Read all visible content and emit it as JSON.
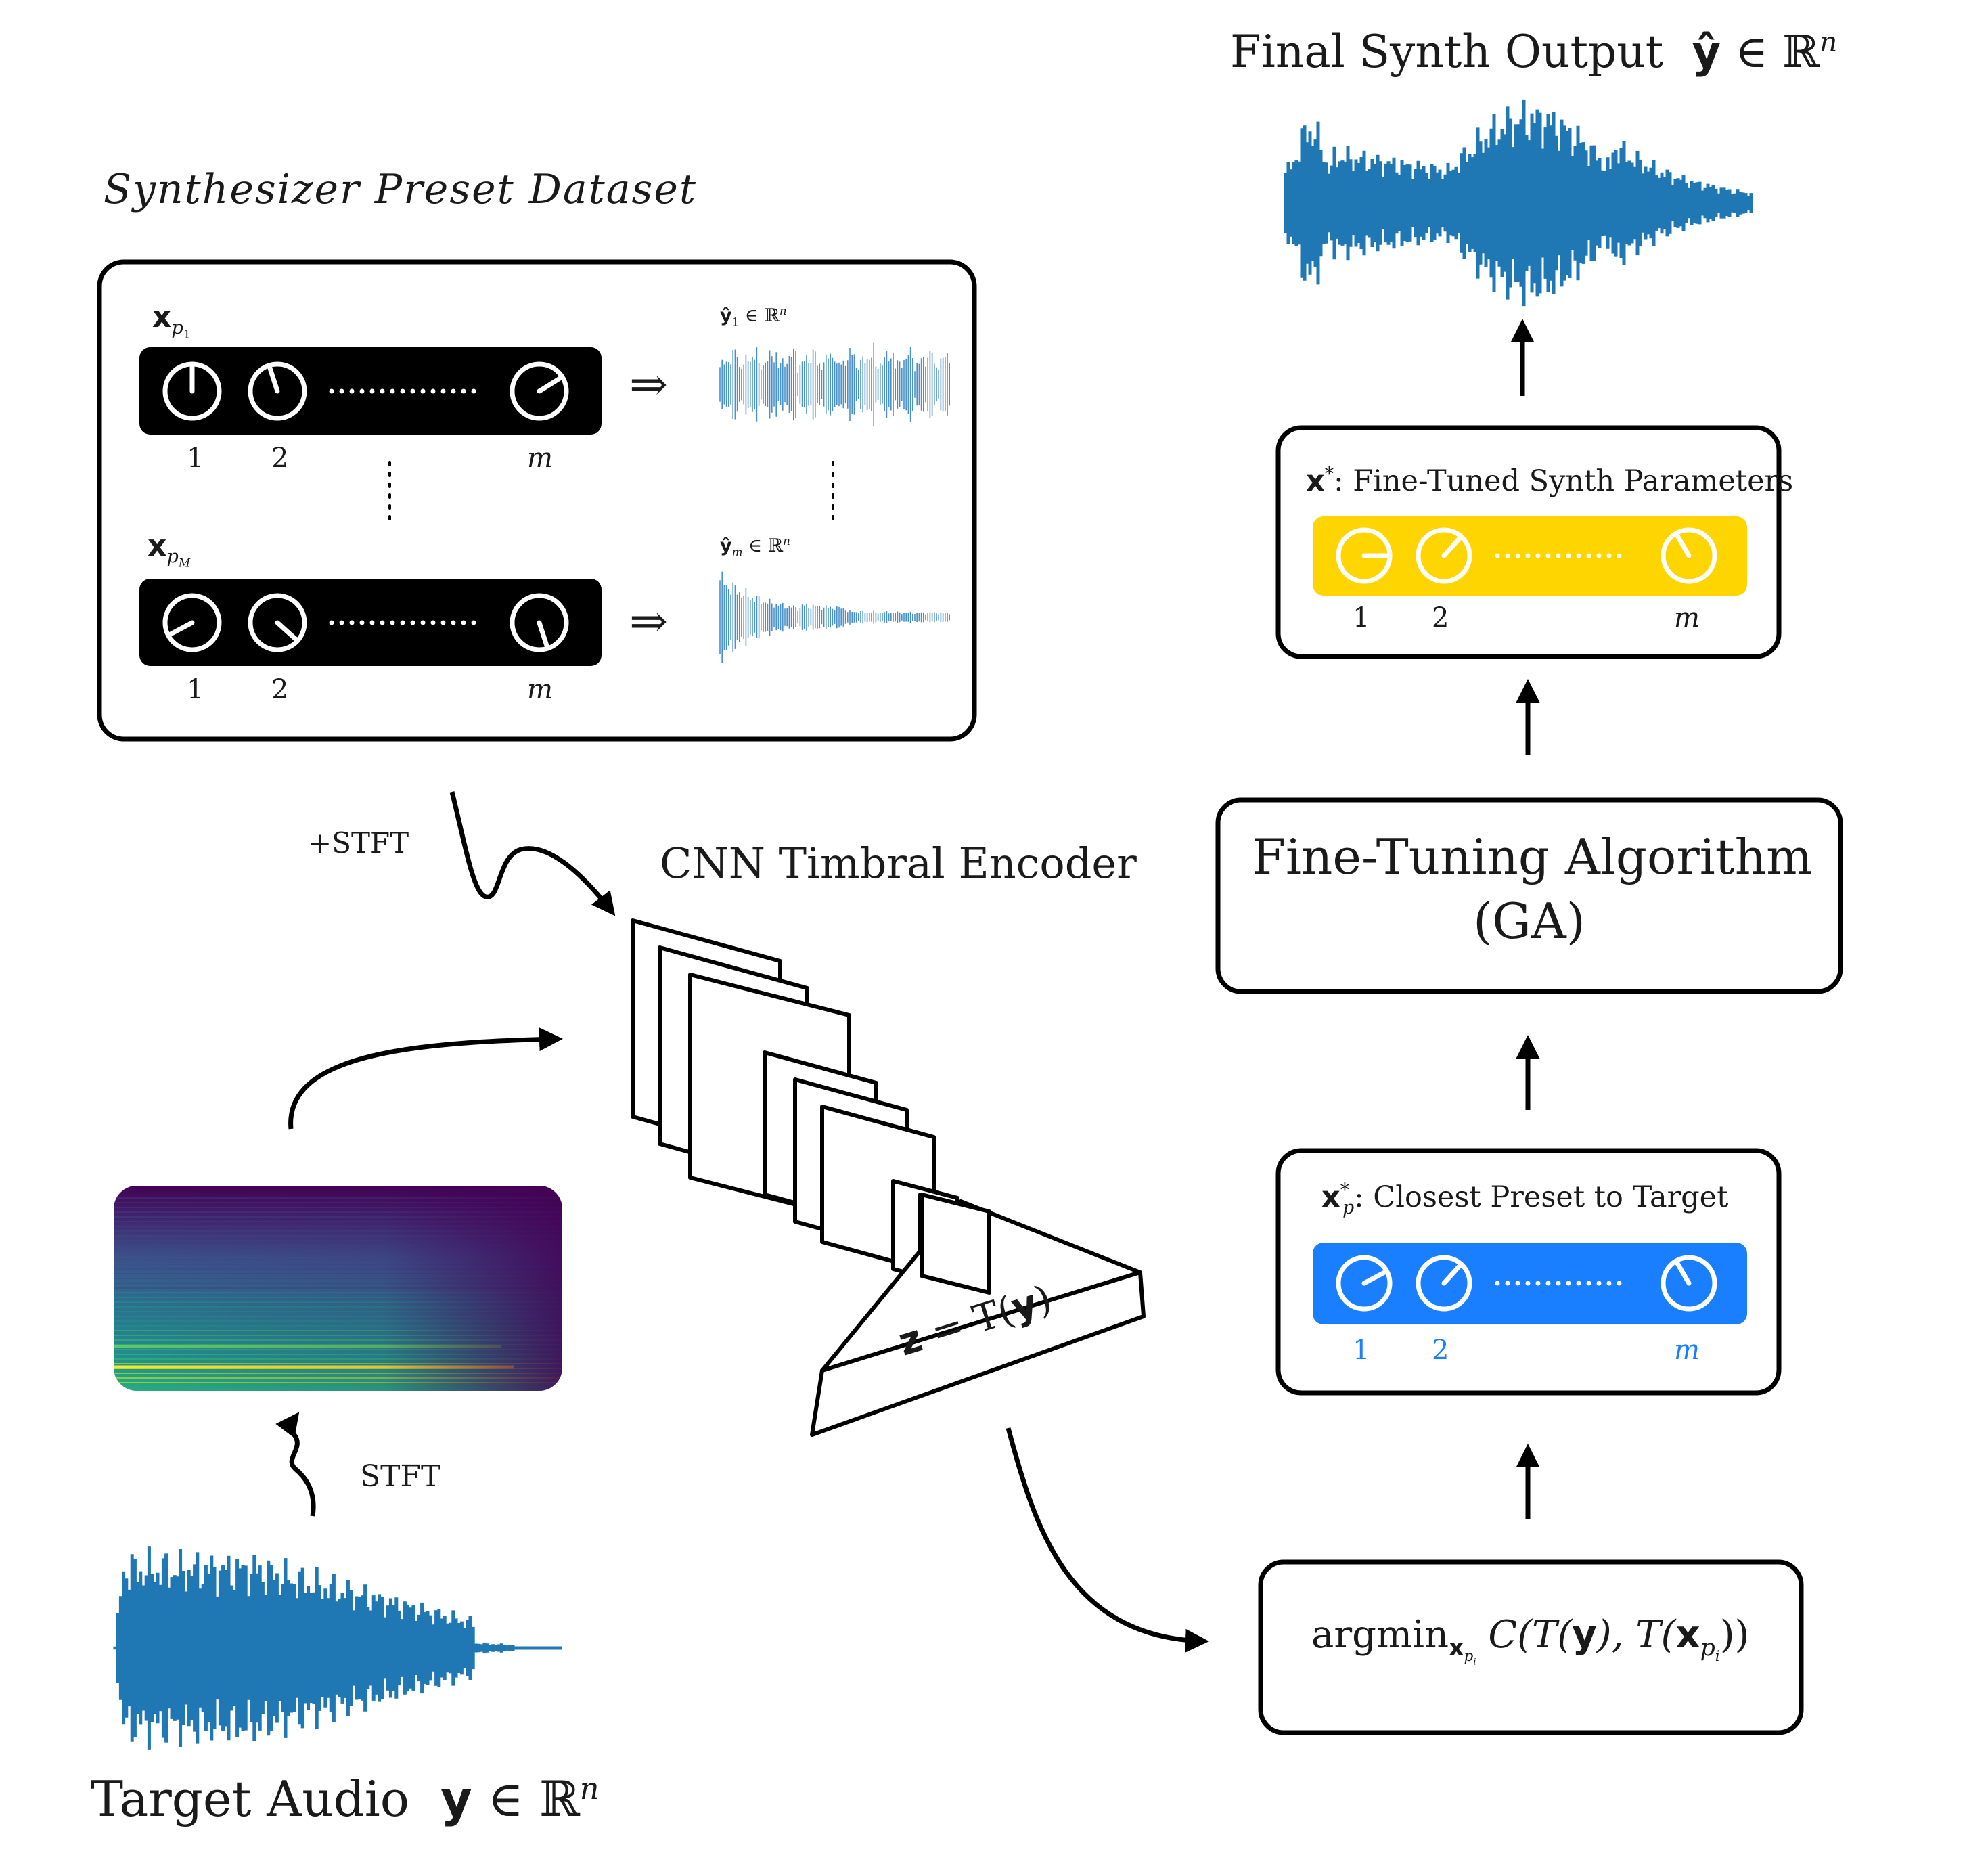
{
  "colors": {
    "stroke": "#000000",
    "waveform": "#1f77b4",
    "waveform_light": "#4a90c9",
    "closest_preset_panel": "#1a7fff",
    "fine_tuned_panel": "#ffd500",
    "closest_preset_labels": "#1a7fff",
    "spectrogram_low": "#440154",
    "spectrogram_mid": "#21918c",
    "spectrogram_high": "#fde725"
  },
  "dataset": {
    "title": "Synthesizer Preset Dataset",
    "preset_1": {
      "var": "x",
      "sub": "p",
      "subsub": "1",
      "knob_labels": [
        "1",
        "2",
        "m"
      ],
      "output": {
        "var": "ŷ",
        "sub": "1",
        "rel": "∈",
        "set": "ℝ",
        "sup": "n"
      }
    },
    "preset_M": {
      "var": "x",
      "sub": "p",
      "subsub": "M",
      "knob_labels": [
        "1",
        "2",
        "m"
      ],
      "output": {
        "var": "ŷ",
        "sub": "m",
        "rel": "∈",
        "set": "ℝ",
        "sup": "n"
      }
    },
    "implies": "⇒",
    "vdots": "⋮"
  },
  "stft_plus_label": "+STFT",
  "stft_label": "STFT",
  "encoder": {
    "title": "CNN Timbral Encoder",
    "embedding": {
      "z": "z",
      "eq": "=",
      "rhs_pre": "T(",
      "rhs_var": "y",
      "rhs_post": ")"
    }
  },
  "target": {
    "title": "Target Audio",
    "var": "y",
    "rel": "∈",
    "set": "ℝ",
    "sup": "n"
  },
  "argmin_box": {
    "op": "argmin",
    "op_sub_var": "x",
    "op_sub_sub": "p",
    "op_sub_subsub": "i",
    "expr_pre": "C(T(",
    "expr_y": "y",
    "expr_mid": "), T(",
    "expr_x": "x",
    "expr_x_sub": "p",
    "expr_x_subsub": "i",
    "expr_post": "))"
  },
  "closest_box": {
    "var": "x",
    "sub": "p",
    "sup": "*",
    "label": ": Closest Preset to Target",
    "knob_labels": [
      "1",
      "2",
      "m"
    ]
  },
  "ga_box": {
    "line1": "Fine-Tuning Algorithm",
    "line2": "(GA)"
  },
  "finetuned_box": {
    "var": "x",
    "sup": "*",
    "label": ": Fine-Tuned Synth Parameters",
    "knob_labels": [
      "1",
      "2",
      "m"
    ]
  },
  "final_output": {
    "title": "Final Synth Output",
    "var": "ŷ",
    "rel": "∈",
    "set": "ℝ",
    "sup": "n"
  }
}
